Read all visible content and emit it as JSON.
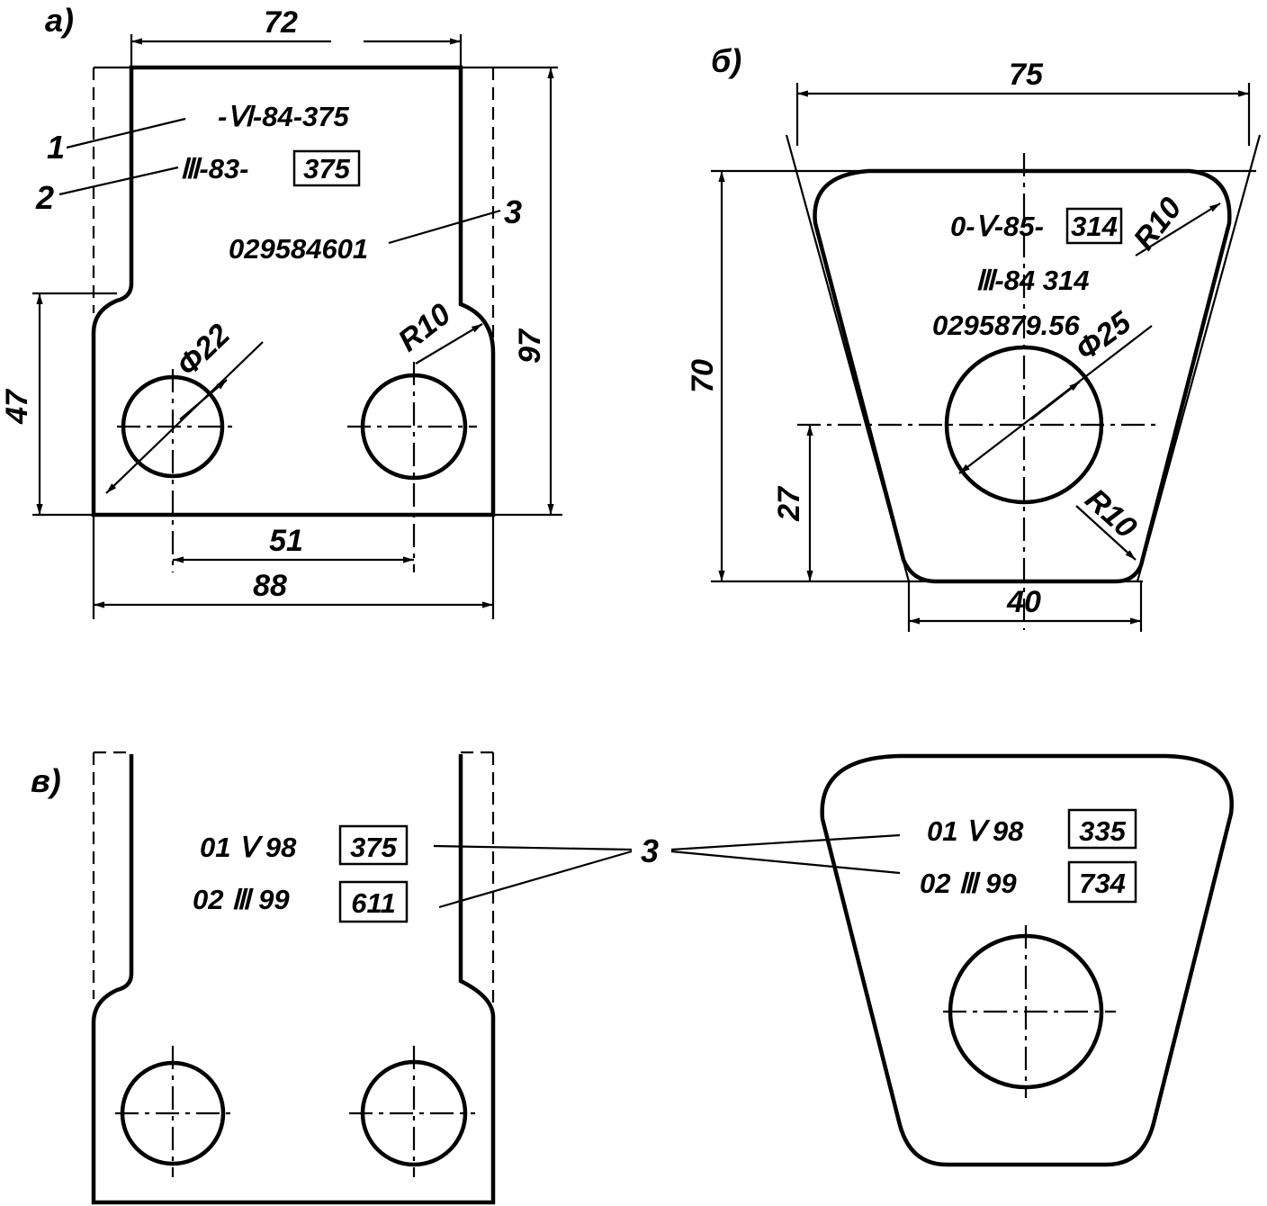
{
  "figure_a": {
    "label": "a)",
    "dims": {
      "width_top": "72",
      "height_total": "97",
      "height_lower": "47",
      "hole_spacing": "51",
      "width_bottom": "88",
      "hole_dia": "Φ22",
      "radius": "R10"
    },
    "callouts": [
      "1",
      "2",
      "3"
    ],
    "mark_line1": "-Ⅵ-84-375",
    "mark_line2_text": "Ⅲ-83-",
    "mark_line2_box": "375",
    "serial": "029584601"
  },
  "figure_b": {
    "label": "б)",
    "dims": {
      "width_top": "75",
      "height_total": "70",
      "height_center": "27",
      "width_bottom": "40",
      "hole_dia": "Φ25",
      "radius_top": "R10",
      "radius_bottom": "R10"
    },
    "mark_line1_text": "0-Ⅴ-85-",
    "mark_line1_box": "314",
    "mark_line2": "Ⅲ-84 314",
    "serial": "0295879.56"
  },
  "figure_c": {
    "label": "в)",
    "callout": "3",
    "left": [
      {
        "text": "01 Ⅴ 98",
        "box": "375"
      },
      {
        "text": "02 Ⅲ 99",
        "box": "611"
      }
    ],
    "right": [
      {
        "text": "01 Ⅴ 98",
        "box": "335"
      },
      {
        "text": "02 Ⅲ 99",
        "box": "734"
      }
    ]
  }
}
